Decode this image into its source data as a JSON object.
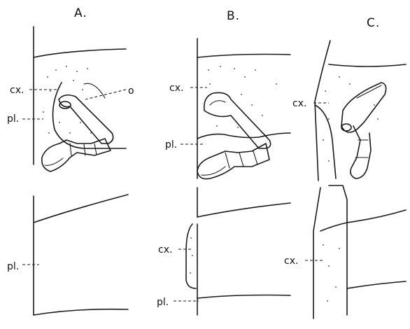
{
  "panels": [
    {
      "id": "A",
      "title": "A.",
      "labels": {
        "cx_upper": "cx.",
        "pl_upper": "pl.",
        "o": "o",
        "pl_lower": "pl."
      }
    },
    {
      "id": "B",
      "title": "B.",
      "labels": {
        "cx_upper": "cx.",
        "pl_upper": "pl.",
        "cx_lower": "cx.",
        "pl_lower": "pl."
      }
    },
    {
      "id": "C",
      "title": "C.",
      "labels": {
        "cx_upper": "cx.",
        "cx_lower": "cx."
      }
    }
  ],
  "colors": {
    "ink": "#1a1a1a",
    "background": "#ffffff"
  }
}
